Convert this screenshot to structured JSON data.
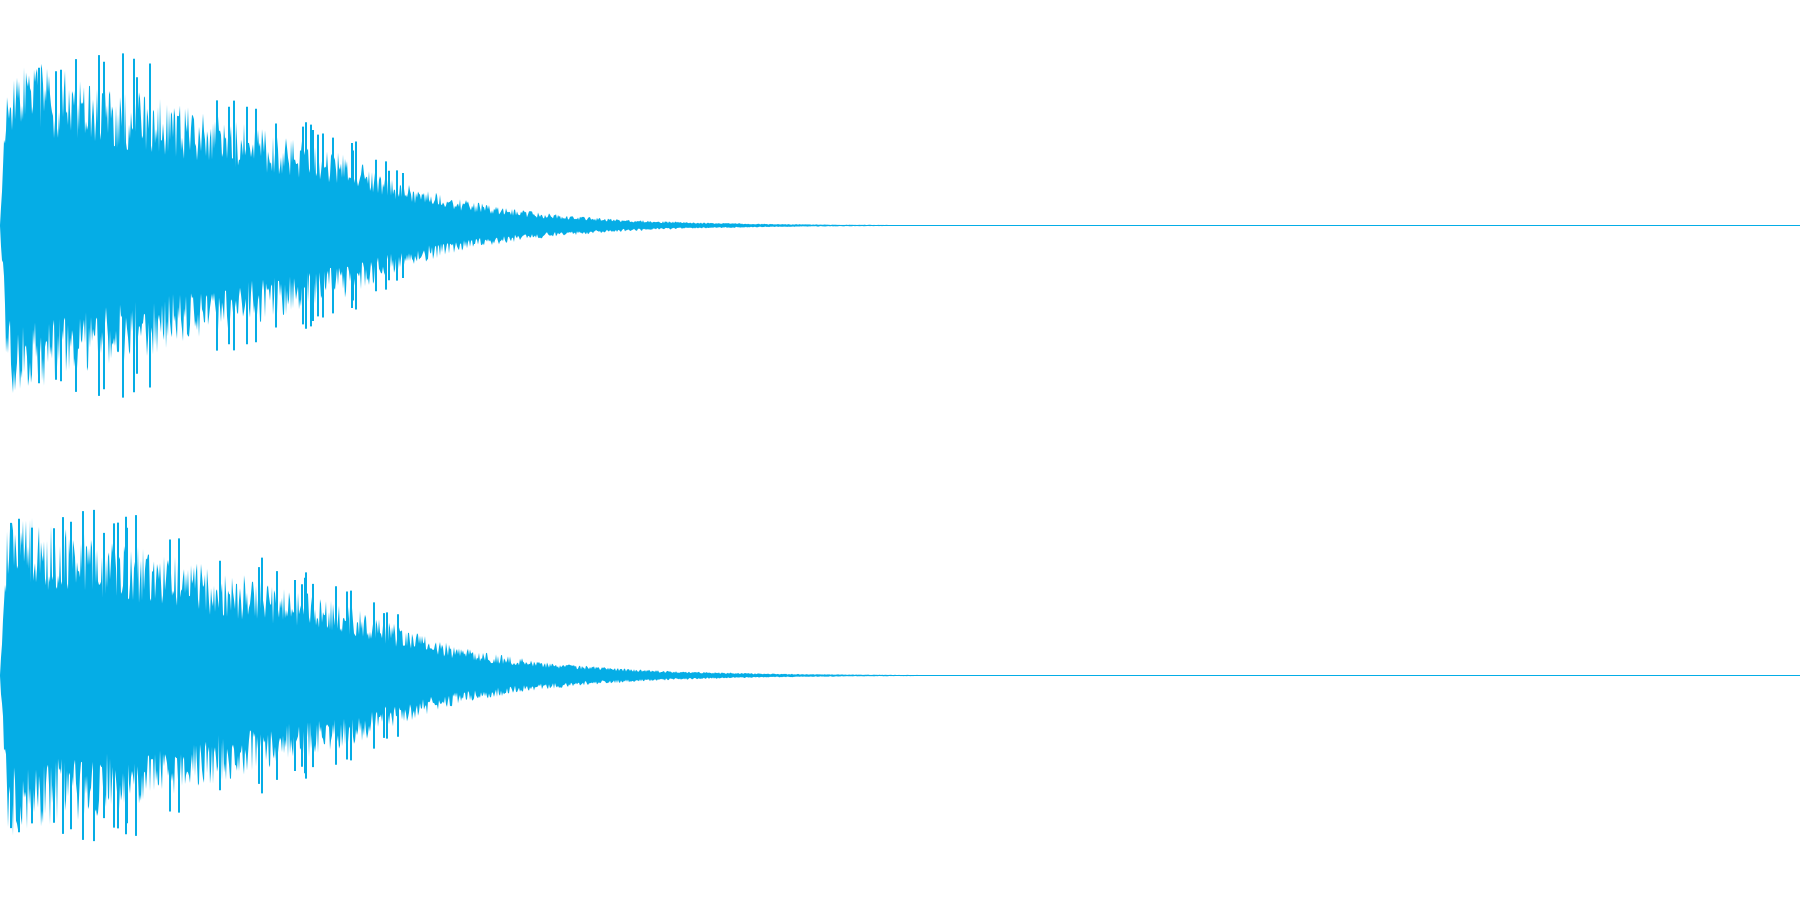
{
  "waveform": {
    "color": "#05ade6",
    "background": "#ffffff",
    "channels": [
      {
        "id": "left",
        "peak": 0.92,
        "decay_end_fraction": 0.56
      },
      {
        "id": "right",
        "peak": 0.88,
        "decay_end_fraction": 0.58
      }
    ]
  }
}
